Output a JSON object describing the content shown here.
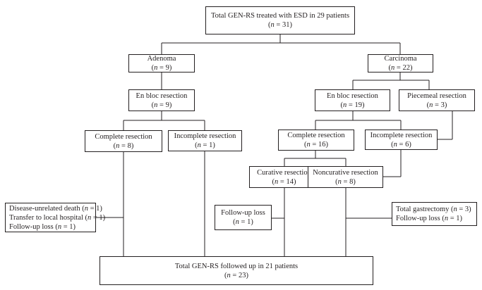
{
  "nodes": {
    "total_top": {
      "label": "Total GEN-RS treated with ESD in 29 patients",
      "n_sym": "n",
      "n_rest": " = 31)"
    },
    "adenoma": {
      "label": "Adenoma",
      "n_sym": "n",
      "n_rest": " = 9)"
    },
    "carcinoma": {
      "label": "Carcinoma",
      "n_sym": "n",
      "n_rest": " = 22)"
    },
    "adenoma_en_bloc": {
      "label": "En bloc resection",
      "n_sym": "n",
      "n_rest": " = 9)"
    },
    "carcinoma_en_bloc": {
      "label": "En bloc resection",
      "n_sym": "n",
      "n_rest": " = 19)"
    },
    "piecemeal": {
      "label": "Piecemeal resection",
      "n_sym": "n",
      "n_rest": " = 3)"
    },
    "adenoma_complete": {
      "label": "Complete resection",
      "n_sym": "n",
      "n_rest": " = 8)"
    },
    "adenoma_incomplete": {
      "label": "Incomplete resection",
      "n_sym": "n",
      "n_rest": " = 1)"
    },
    "carcinoma_complete": {
      "label": "Complete resection",
      "n_sym": "n",
      "n_rest": " = 16)"
    },
    "carcinoma_incomplete": {
      "label": "Incomplete resection",
      "n_sym": "n",
      "n_rest": " = 6)"
    },
    "curative": {
      "label": "Curative resection",
      "n_sym": "n",
      "n_rest": " = 14)"
    },
    "noncurative": {
      "label": "Noncurative resection",
      "n_sym": "n",
      "n_rest": " = 8)"
    },
    "adenoma_exclusions": {
      "line1": "Disease-unrelated death (",
      "line1_rest": " = 1)",
      "line2": "Transfer to local hospital (",
      "line2_rest": " = 1)",
      "line3": "Follow-up loss (",
      "line3_rest": " = 1)",
      "n_sym": "n"
    },
    "followup_loss": {
      "label": "Follow-up loss",
      "n_sym": "n",
      "n_rest": " = 1)"
    },
    "gastrectomy": {
      "line1": "Total gastrectomy (",
      "line1_rest": " = 3)",
      "line2": "Follow-up loss (",
      "line2_rest": " = 1)",
      "n_sym": "n"
    },
    "total_bottom": {
      "label": "Total GEN-RS followed up in 21 patients",
      "n_sym": "n",
      "n_rest": " = 23)"
    }
  }
}
